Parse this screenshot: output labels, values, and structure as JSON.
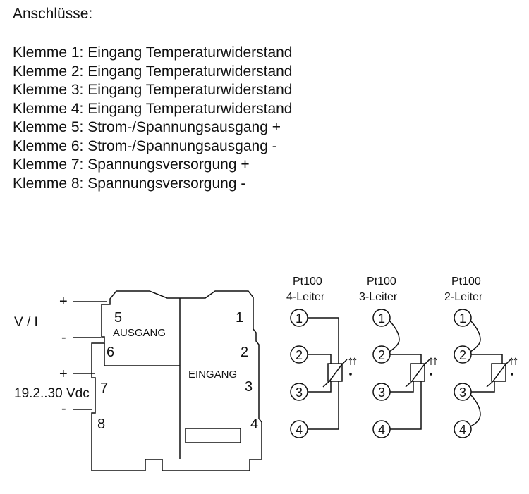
{
  "heading": "Anschlüsse:",
  "terminals": [
    "Klemme 1: Eingang Temperaturwiderstand",
    "Klemme 2: Eingang Temperaturwiderstand",
    "Klemme 3: Eingang Temperaturwiderstand",
    "Klemme 4: Eingang Temperaturwiderstand",
    "Klemme 5: Strom-/Spannungsausgang +",
    "Klemme 6: Strom-/Spannungsausgang -",
    "Klemme 7: Spannungsversorgung +",
    "Klemme 8: Spannungsversorgung -"
  ],
  "device": {
    "output_signal_label": "V / I",
    "supply_label": "19.2..30 Vdc",
    "plus": "+",
    "minus": "-",
    "output_section": "AUSGANG",
    "input_section": "EINGANG",
    "terminal_numbers": [
      "1",
      "2",
      "3",
      "4",
      "5",
      "6",
      "7",
      "8"
    ]
  },
  "sensors": [
    {
      "type": "Pt100",
      "wiring": "4-Leiter",
      "terminals": [
        "1",
        "2",
        "3",
        "4"
      ]
    },
    {
      "type": "Pt100",
      "wiring": "3-Leiter",
      "terminals": [
        "1",
        "2",
        "3",
        "4"
      ]
    },
    {
      "type": "Pt100",
      "wiring": "2-Leiter",
      "terminals": [
        "1",
        "2",
        "3",
        "4"
      ]
    }
  ]
}
